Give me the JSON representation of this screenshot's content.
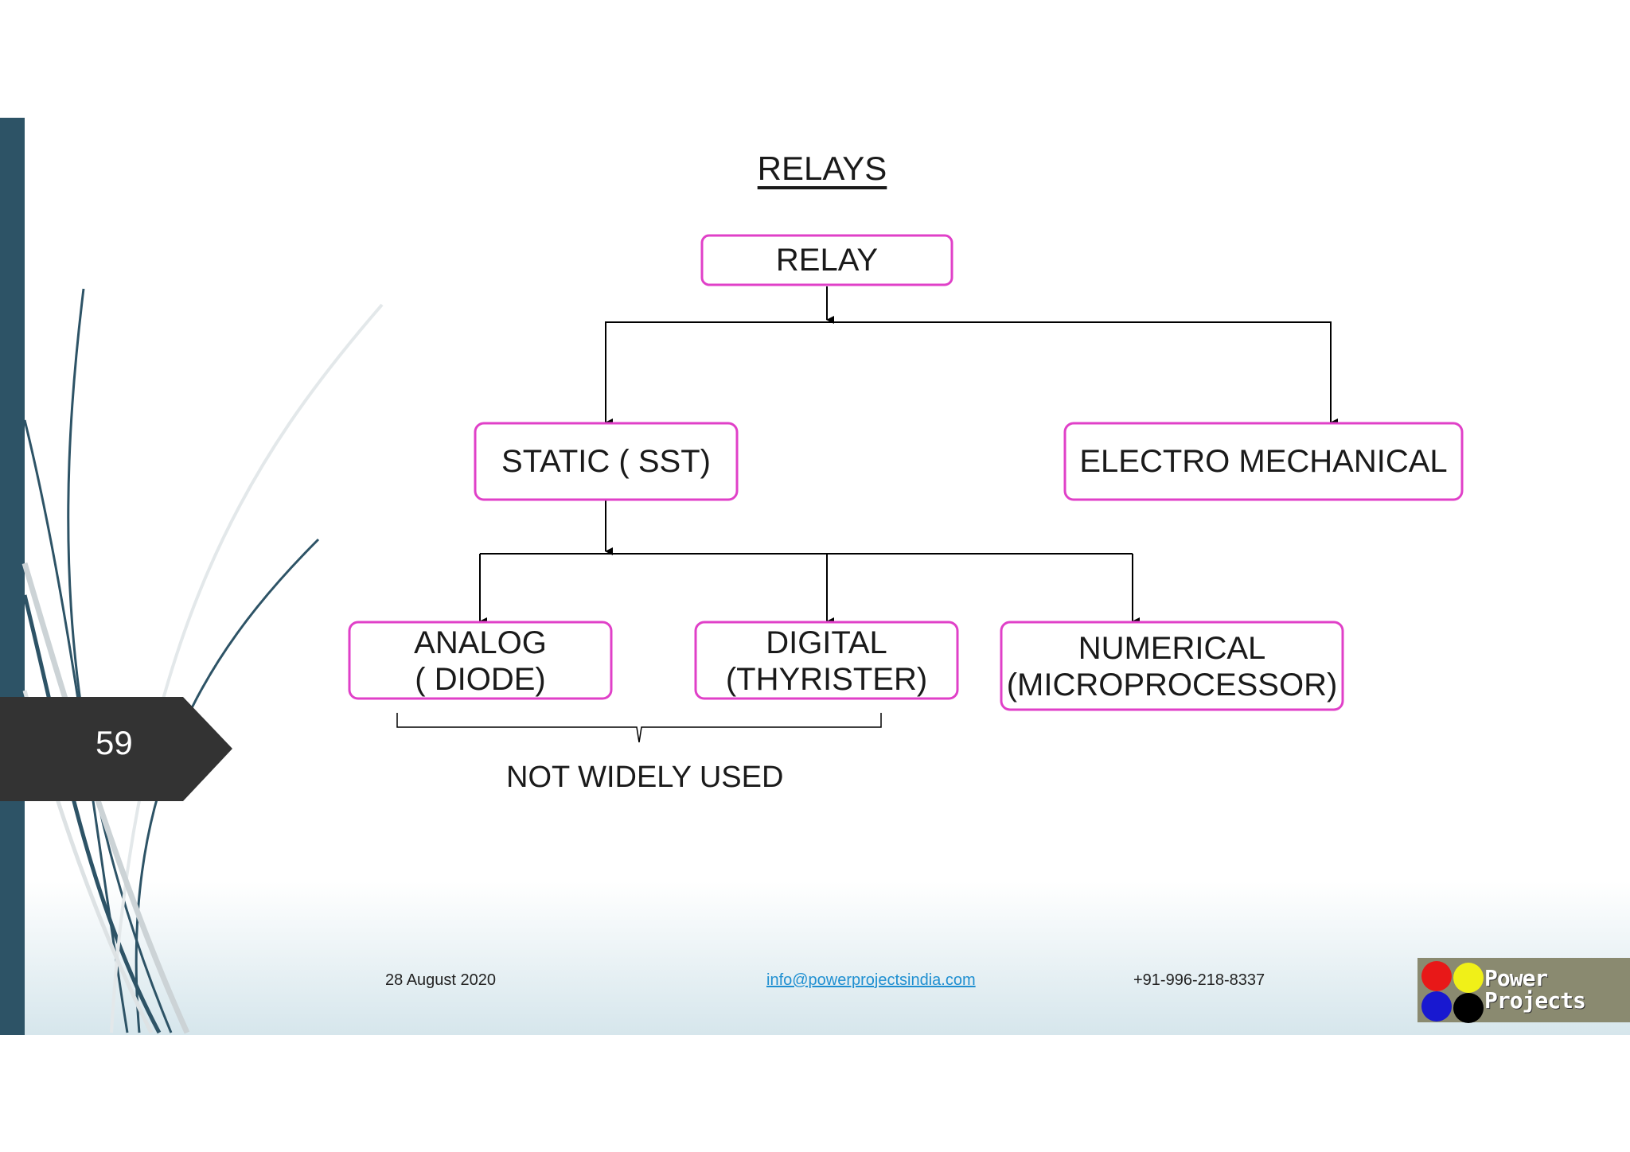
{
  "slide": {
    "title": "RELAYS",
    "page_number": "59"
  },
  "diagram": {
    "nodes": {
      "relay": "RELAY",
      "static": "STATIC ( SST)",
      "electro": "ELECTRO MECHANICAL",
      "analog": [
        "ANALOG",
        "( DIODE)"
      ],
      "digital": [
        "DIGITAL",
        "(THYRISTER)"
      ],
      "numerical": [
        "NUMERICAL",
        "(MICROPROCESSOR)"
      ]
    },
    "brace_note": "NOT WIDELY USED",
    "colors": {
      "box_border": "#e040c8",
      "connector": "#000000"
    }
  },
  "footer": {
    "date": "28 August 2020",
    "email": "info@powerprojectsindia.com",
    "phone": "+91-996-218-8337"
  },
  "logo": {
    "line1": "Power",
    "line2": "Projects",
    "dot_colors": [
      "#e81818",
      "#f0f018",
      "#1818d0",
      "#000000"
    ]
  },
  "theme": {
    "accent": "#2d5366",
    "tab": "#333333"
  }
}
